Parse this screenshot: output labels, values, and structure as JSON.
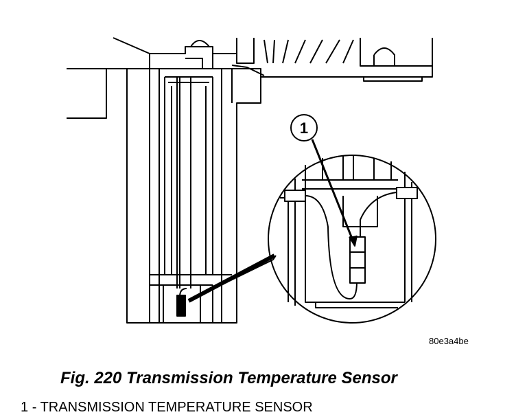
{
  "figure": {
    "number_label": "Fig. 220",
    "title": "Transmission Temperature Sensor",
    "image_id": "80e3a4be"
  },
  "callout": {
    "number": "1"
  },
  "legend": {
    "items": [
      {
        "number": "1",
        "separator": "-",
        "text": "TRANSMISSION TEMPERATURE SENSOR"
      }
    ]
  }
}
